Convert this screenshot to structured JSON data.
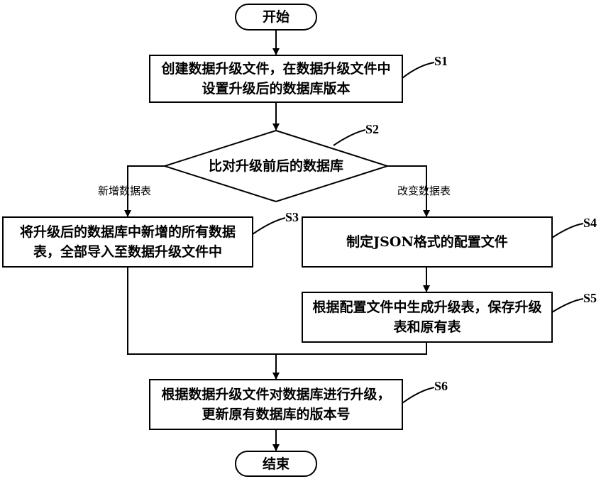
{
  "nodes": {
    "start": "开始",
    "s1_line1": "创建数据升级文件，在数据升级文件中",
    "s1_line2": "设置升级后的数据库版本",
    "s2": "比对升级前后的数据库",
    "s3_line1": "将升级后的数据库中新增的所有数据",
    "s3_line2": "表，全部导入至数据升级文件中",
    "s4": "制定JSON格式的配置文件",
    "s5_line1": "根据配置文件中生成升级表，保存升级",
    "s5_line2": "表和原有表",
    "s6_line1": "根据数据升级文件对数据库进行升级，",
    "s6_line2": "更新原有数据库的版本号",
    "end": "结束"
  },
  "edge_labels": {
    "new_tables": "新增数据表",
    "changed_tables": "改变数据表"
  },
  "step_labels": {
    "s1": "S1",
    "s2": "S2",
    "s3": "S3",
    "s4": "S4",
    "s5": "S5",
    "s6": "S6"
  }
}
